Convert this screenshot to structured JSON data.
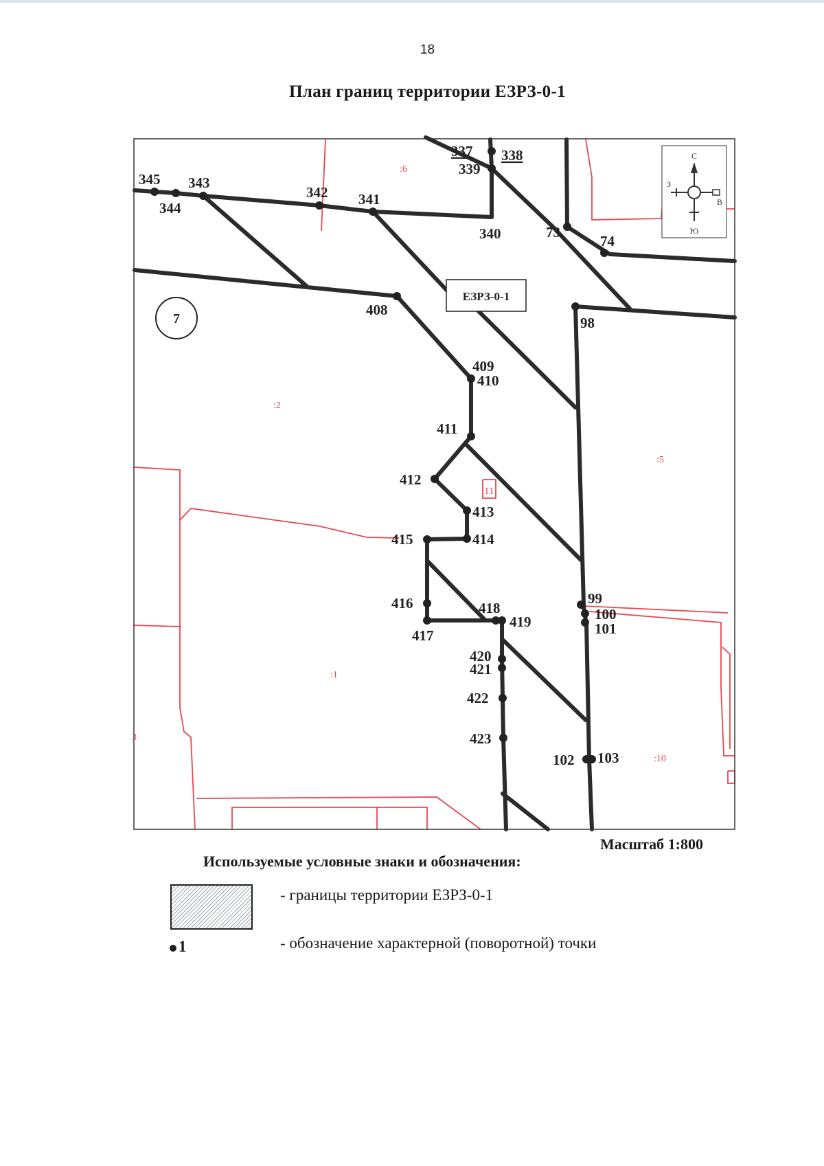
{
  "page_number": "18",
  "title": "План границ территории ЕЗРЗ-0-1",
  "map": {
    "territory_label": "ЕЗРЗ-0-1",
    "circle_label": "7",
    "compass": {
      "north": "С",
      "south": "Ю",
      "west": "З",
      "east": "В"
    },
    "points": [
      {
        "id": "p337",
        "label": "337"
      },
      {
        "id": "p338",
        "label": "338"
      },
      {
        "id": "p339",
        "label": "339"
      },
      {
        "id": "p340",
        "label": "340"
      },
      {
        "id": "p341",
        "label": "341"
      },
      {
        "id": "p342",
        "label": "342"
      },
      {
        "id": "p343",
        "label": "343"
      },
      {
        "id": "p344",
        "label": "344"
      },
      {
        "id": "p345",
        "label": "345"
      },
      {
        "id": "p73",
        "label": "73"
      },
      {
        "id": "p74",
        "label": "74"
      },
      {
        "id": "p98",
        "label": "98"
      },
      {
        "id": "p99",
        "label": "99"
      },
      {
        "id": "p100",
        "label": "100"
      },
      {
        "id": "p101",
        "label": "101"
      },
      {
        "id": "p102",
        "label": "102"
      },
      {
        "id": "p103",
        "label": "103"
      },
      {
        "id": "p408",
        "label": "408"
      },
      {
        "id": "p409",
        "label": "409"
      },
      {
        "id": "p410",
        "label": "410"
      },
      {
        "id": "p411",
        "label": "411"
      },
      {
        "id": "p412",
        "label": "412"
      },
      {
        "id": "p413",
        "label": "413"
      },
      {
        "id": "p414",
        "label": "414"
      },
      {
        "id": "p415",
        "label": "415"
      },
      {
        "id": "p416",
        "label": "416"
      },
      {
        "id": "p417",
        "label": "417"
      },
      {
        "id": "p418",
        "label": "418"
      },
      {
        "id": "p419",
        "label": "419"
      },
      {
        "id": "p420",
        "label": "420"
      },
      {
        "id": "p421",
        "label": "421"
      },
      {
        "id": "p422",
        "label": "422"
      },
      {
        "id": "p423",
        "label": "423"
      }
    ],
    "parcel_labels": [
      ":6",
      ":2",
      ":5",
      ":1",
      ":10",
      "11",
      "3"
    ],
    "colors": {
      "boundary": "#2b2b2b",
      "parcel": "#e8474f"
    }
  },
  "scale": "Масштаб 1:800",
  "legend": {
    "title": "Используемые условные знаки и обозначения:",
    "items": [
      {
        "symbol_label": "",
        "text": "- границы территории ЕЗРЗ-0-1"
      },
      {
        "symbol_label": "1",
        "text": "- обозначение характерной (поворотной) точки"
      }
    ]
  }
}
